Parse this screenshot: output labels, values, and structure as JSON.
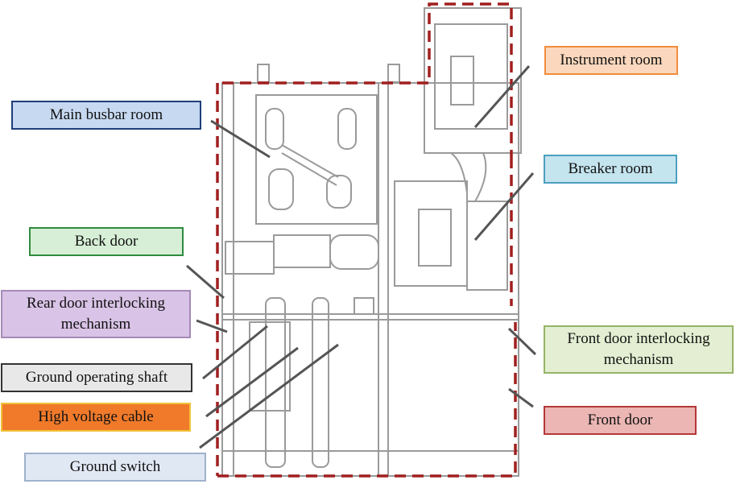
{
  "labels": {
    "main_busbar_room": {
      "text": "Main busbar room",
      "fill": "#c6d9f1",
      "border": "#1f3f7a"
    },
    "back_door": {
      "text": "Back door",
      "fill": "#d7efd6",
      "border": "#2e8b3e"
    },
    "rear_door_interlocking": {
      "text": "Rear door interlocking\nmechanism",
      "fill": "#d9c3e6",
      "border": "#a58ab8"
    },
    "ground_operating_shaft": {
      "text": "Ground operating shaft",
      "fill": "#e8e8e8",
      "border": "#333333"
    },
    "high_voltage_cable": {
      "text": "High voltage cable",
      "fill": "#f07a2a",
      "border": "#f2c23a"
    },
    "ground_switch": {
      "text": "Ground switch",
      "fill": "#e0e8f4",
      "border": "#9fb1cc"
    },
    "instrument_room": {
      "text": "Instrument room",
      "fill": "#fbd8bd",
      "border": "#f28c3a"
    },
    "breaker_room": {
      "text": "Breaker room",
      "fill": "#c4e4ee",
      "border": "#4aa0bf"
    },
    "front_door_interlocking": {
      "text": "Front door interlocking\nmechanism",
      "fill": "#e3eed2",
      "border": "#95b466"
    },
    "front_door": {
      "text": "Front door",
      "fill": "#ebb6b4",
      "border": "#b33838"
    }
  },
  "colors": {
    "boundary": "#a11f1f",
    "equipment_line": "#9a9a9a",
    "leader_line": "#555555"
  }
}
